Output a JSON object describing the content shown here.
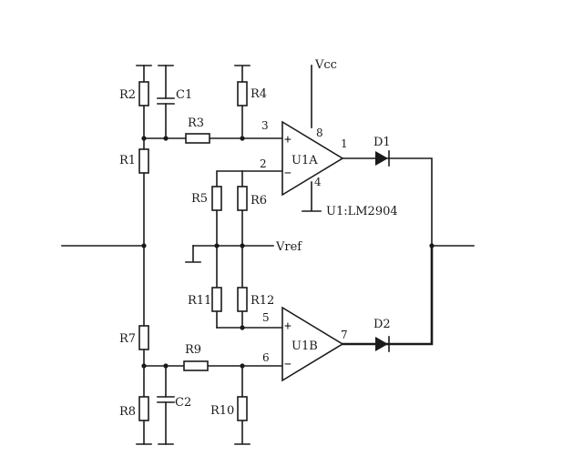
{
  "components": {
    "R1": "R1",
    "R2": "R2",
    "R3": "R3",
    "R4": "R4",
    "R5": "R5",
    "R6": "R6",
    "R7": "R7",
    "R8": "R8",
    "R9": "R9",
    "R10": "R10",
    "R11": "R11",
    "R12": "R12",
    "C1": "C1",
    "C2": "C2",
    "D1": "D1",
    "D2": "D2"
  },
  "opamps": {
    "u1a": {
      "name": "U1A",
      "plus": "+",
      "minus": "−",
      "pin_plus": "3",
      "pin_minus": "2",
      "pin_out": "1",
      "pin_vcc": "8",
      "pin_gnd": "4"
    },
    "u1b": {
      "name": "U1B",
      "plus": "+",
      "minus": "−",
      "pin_plus": "5",
      "pin_minus": "6",
      "pin_out": "7"
    }
  },
  "nets": {
    "vcc": "Vcc",
    "vref": "Vref"
  },
  "part": "U1:LM2904"
}
